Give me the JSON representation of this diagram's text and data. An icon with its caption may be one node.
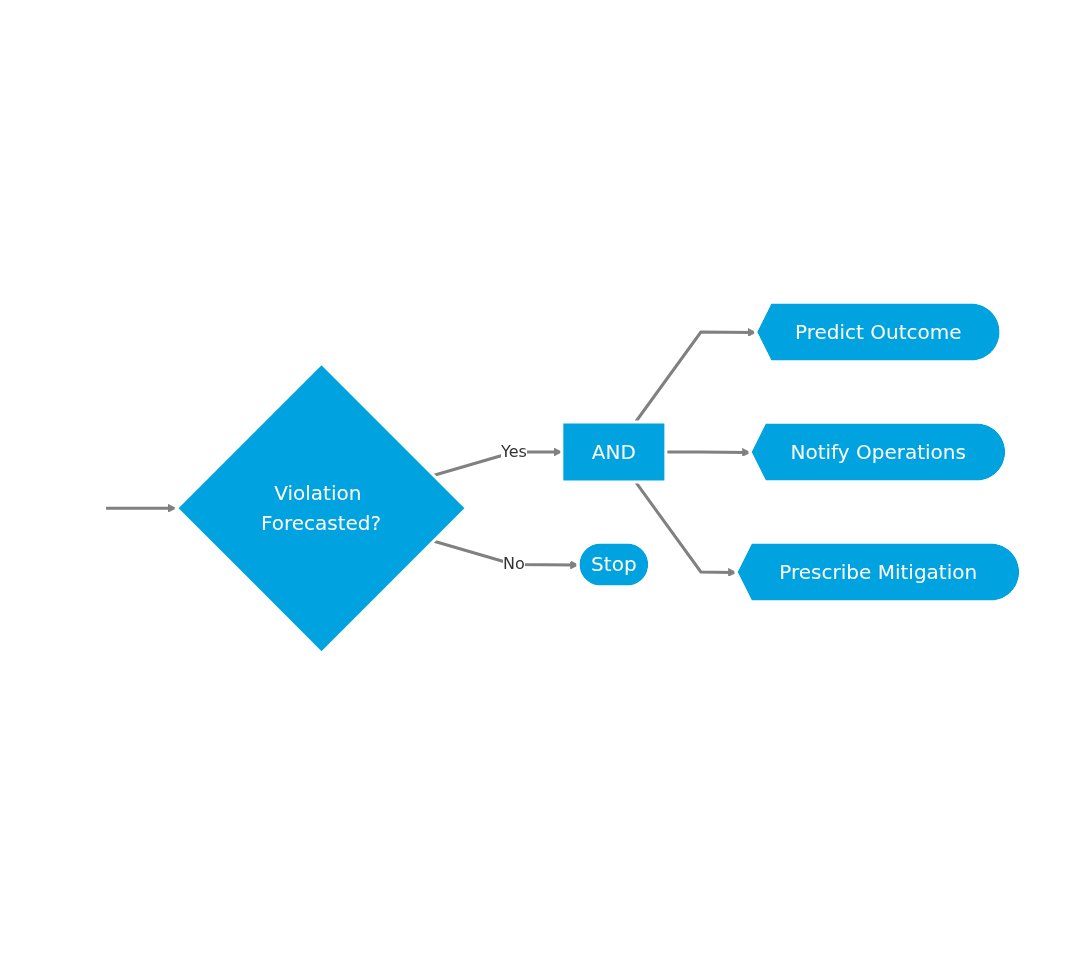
{
  "diagram": {
    "nodes": [
      {
        "text": [
          "Violation Forecasted?"
        ]
      },
      {
        "text": [
          "AND"
        ]
      },
      {
        "text": [
          "Predict Outcome"
        ]
      },
      {
        "text": [
          "Notify Operations"
        ]
      },
      {
        "text": [
          "Prescribe Mitigation"
        ]
      },
      {
        "text": [
          "Stop"
        ]
      }
    ],
    "edges": [
      {
        "from": null,
        "to": 0,
        "arrow": "to"
      },
      {
        "from": 0,
        "to": 1,
        "label": "Yes",
        "arrow": "to"
      },
      {
        "from": 1,
        "to": 2,
        "arrow": "to"
      },
      {
        "from": 1,
        "to": 3,
        "arrow": "to"
      },
      {
        "from": 1,
        "to": 4,
        "arrow": "to"
      },
      {
        "from": 0,
        "to": 5,
        "label": "No",
        "arrow": "to"
      }
    ]
  }
}
